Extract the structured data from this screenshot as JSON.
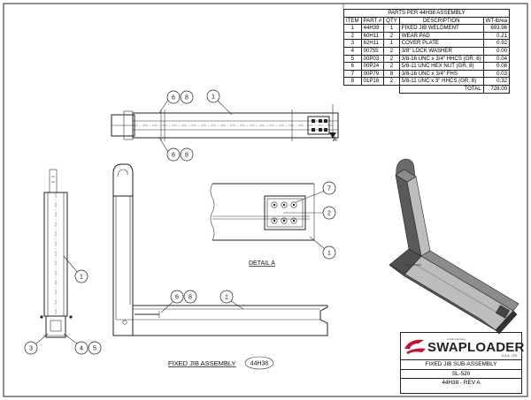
{
  "bom": {
    "title": "PARTS PER 44H38 ASSEMBLY",
    "headers": [
      "ITEM",
      "PART #",
      "QTY",
      "DESCRIPTION",
      "WT-lb/ea"
    ],
    "rows": [
      [
        "1",
        "44H39",
        "1",
        "FIXED JIB WELDMENT",
        "693.96"
      ],
      [
        "2",
        "60H11",
        "2",
        "WEAR PAD",
        "0.21"
      ],
      [
        "3",
        "62H11",
        "1",
        "COVER PLATE",
        "0.92"
      ],
      [
        "4",
        "00755",
        "2",
        "3/8\" LOCK WASHER",
        "0.00"
      ],
      [
        "5",
        "00P03",
        "2",
        "3/8-16 UNC x 3/4\" HHCS (GR. 8)",
        "0.04"
      ],
      [
        "6",
        "00P24",
        "2",
        "5/8-11 UNC HEX NUT (GR. 8)",
        "0.08"
      ],
      [
        "7",
        "00P79",
        "8",
        "3/8-16 UNC x 3/4\" FHS",
        "0.03"
      ],
      [
        "8",
        "01P18",
        "2",
        "5/8-11 UNC x 3\" HHCS (GR. 8)",
        "0.32"
      ]
    ],
    "total_label": "TOTAL",
    "total_value": "728.00"
  },
  "drawing": {
    "section_marker": "A",
    "detail_label": "DETAIL  A",
    "assembly_label": "FIXED JIB ASSEMBLY",
    "assembly_id": "44H38",
    "balloons": {
      "top_left_upper": [
        "6",
        "8"
      ],
      "top_item": "1",
      "top_left_lower": [
        "6",
        "8"
      ],
      "detail_7": "7",
      "detail_2": "2",
      "detail_1": "1",
      "side_1": "1",
      "side_3": "3",
      "side_4_5": [
        "4",
        "5"
      ],
      "front_6_8": [
        "6",
        "8"
      ],
      "front_1": "1"
    }
  },
  "title_block": {
    "brand": "SWAPLOADER",
    "brand_sub": "U.S.A. LTD.",
    "brand_tag": "A Heil Company",
    "description": "FIXED JIB SUB-ASSEMBLY",
    "drawing_number": "SL-520",
    "revision": "44H38 - REV A"
  },
  "colors": {
    "line": "#222222",
    "iso_dark": "#5a5a5a",
    "iso_light": "#bdbdbd",
    "logo_red": "#c8102e"
  }
}
